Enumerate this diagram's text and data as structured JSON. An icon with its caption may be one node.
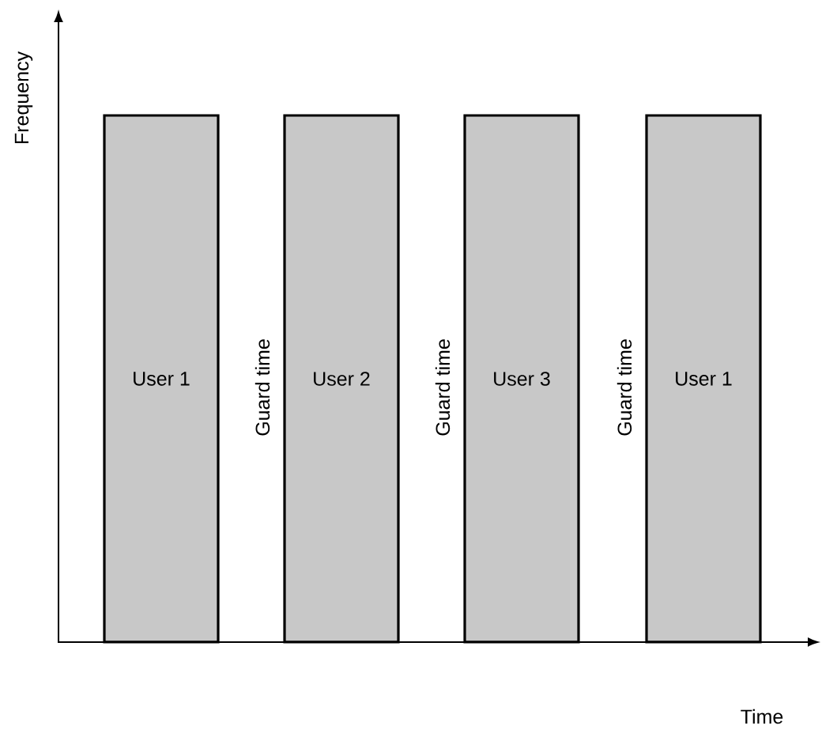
{
  "diagram": {
    "nodes": [
      {
        "text": [
          "User 1"
        ]
      },
      {
        "text": [
          "User 2"
        ]
      },
      {
        "text": [
          "User 3"
        ]
      },
      {
        "text": [
          "User 1"
        ]
      }
    ],
    "labels": [
      "Frequency",
      "Guard time",
      "Guard time",
      "Guard time",
      "Time"
    ]
  }
}
